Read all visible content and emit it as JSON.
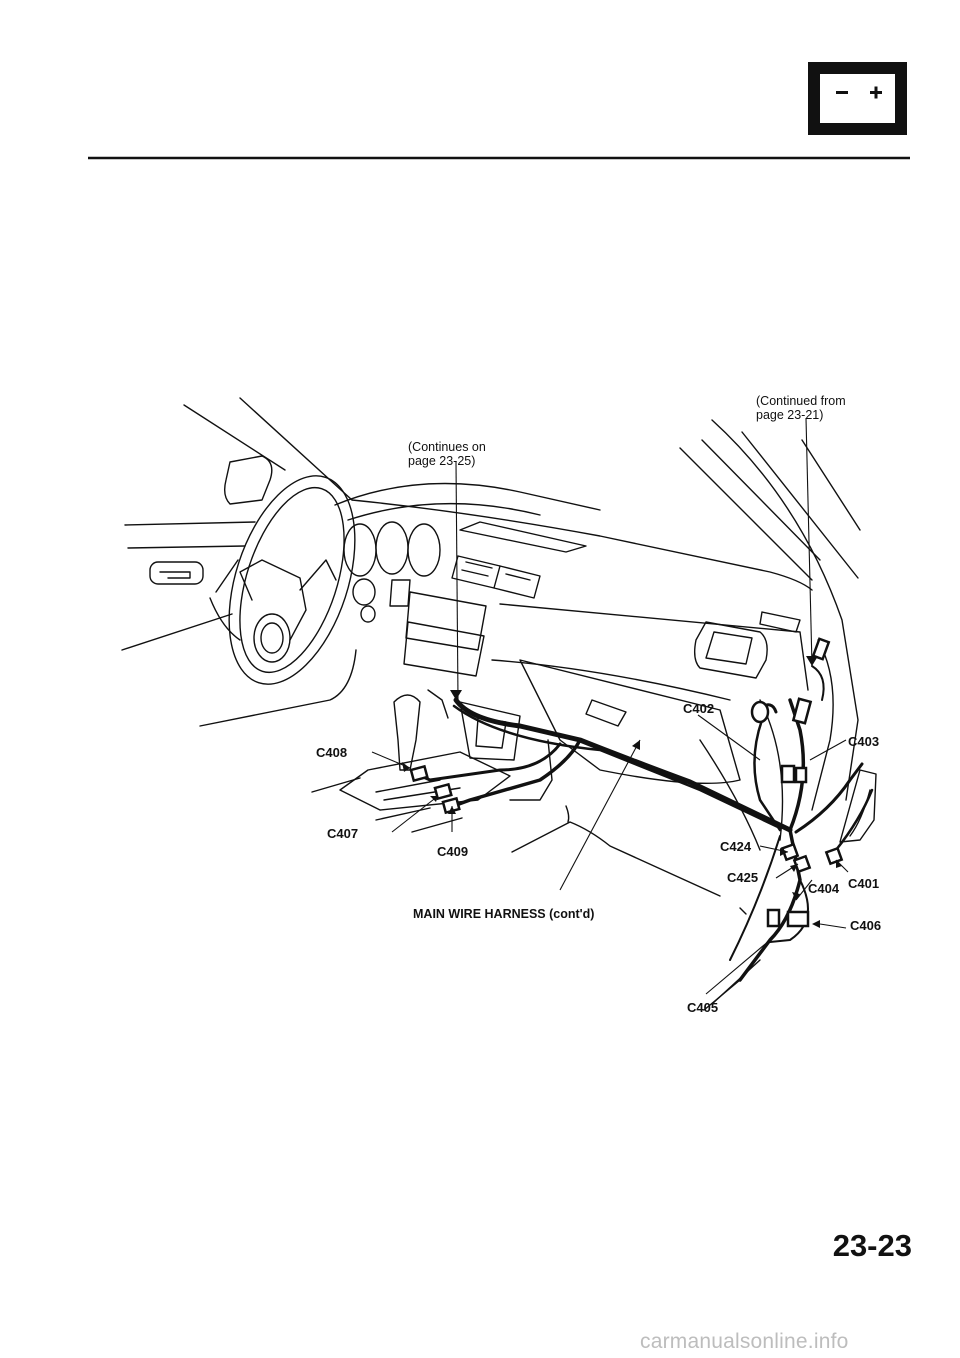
{
  "header": {
    "battery_icon": "battery-icon"
  },
  "diagram": {
    "title": "MAIN WIRE HARNESS (cont'd)",
    "continues_on_line1": "(Continues on",
    "continues_on_line2": "page 23-25)",
    "continued_from_line1": "(Continued from",
    "continued_from_line2": "page 23-21)",
    "connectors": {
      "c401": "C401",
      "c402": "C402",
      "c403": "C403",
      "c404": "C404",
      "c405": "C405",
      "c406": "C406",
      "c407": "C407",
      "c408": "C408",
      "c409": "C409",
      "c424": "C424",
      "c425": "C425"
    }
  },
  "footer": {
    "page_number": "23-23",
    "watermark": "carmanualsonline.info"
  }
}
